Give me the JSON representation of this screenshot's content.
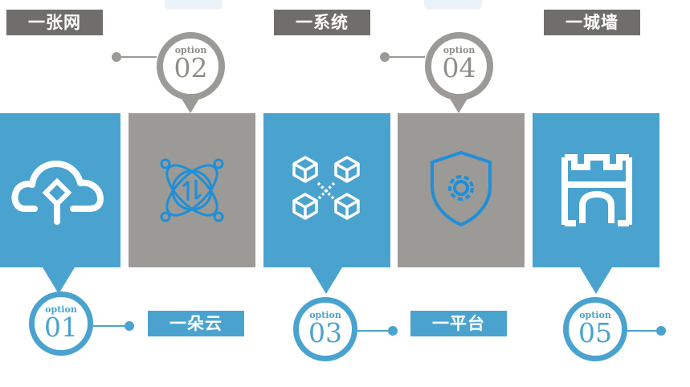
{
  "items": [
    {
      "option_text": "option",
      "number": "01",
      "title": "一朵云",
      "color": "#4aa3cf"
    },
    {
      "option_text": "option",
      "number": "02",
      "title": "一张网",
      "color": "#9b9a96"
    },
    {
      "option_text": "option",
      "number": "03",
      "title": "一系统",
      "color": "#4aa3cf"
    },
    {
      "option_text": "option",
      "number": "04",
      "title": "一平台",
      "color": "#9b9a96"
    },
    {
      "option_text": "option",
      "number": "05",
      "title": "一城墙",
      "color": "#4aa3cf"
    }
  ],
  "icons": [
    "cloud-icon",
    "network-exchange-icon",
    "connected-cubes-icon",
    "shield-gear-icon",
    "castle-wall-icon"
  ],
  "colors": {
    "blue": "#4aa3cf",
    "gray": "#9b9a96",
    "label_gray": "#6f6e6b",
    "icon_blue": "#1e8fd8"
  }
}
